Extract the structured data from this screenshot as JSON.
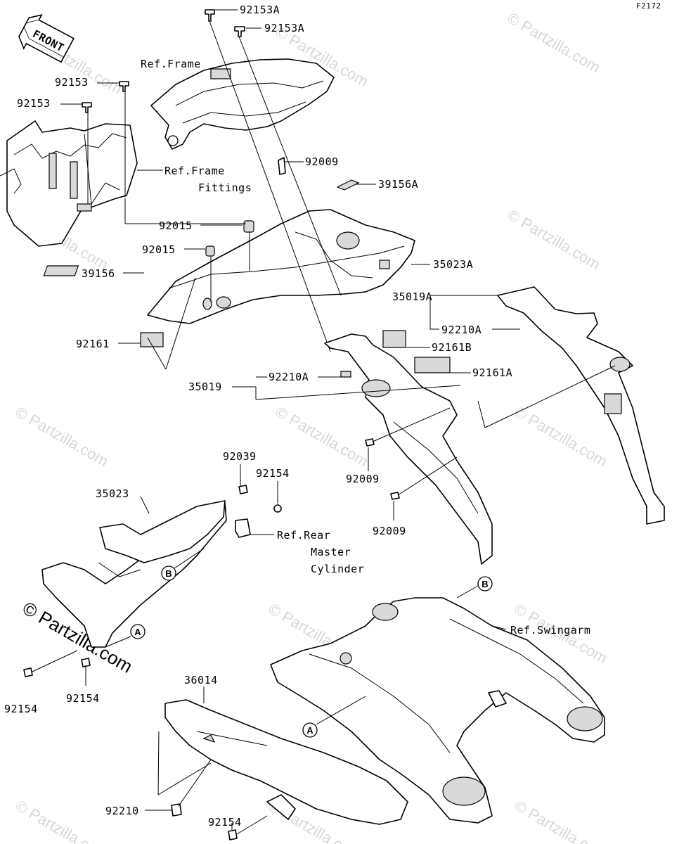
{
  "figure_code": "F2172",
  "front_arrow": "FRONT",
  "watermark": "© Partzilla.com",
  "labels": {
    "p92153A_1": "92153A",
    "p92153A_2": "92153A",
    "ref_frame": "Ref.Frame",
    "p92153_a": "92153",
    "p92153_b": "92153",
    "ref_frame_fittings_1": "Ref.Frame",
    "ref_frame_fittings_2": "Fittings",
    "p92009_top": "92009",
    "p39156A": "39156A",
    "p92015_a": "92015",
    "p92015_b": "92015",
    "p35023A": "35023A",
    "p39156": "39156",
    "p35019A": "35019A",
    "p92210A_top": "92210A",
    "p92161": "92161",
    "p92161B": "92161B",
    "p92161A": "92161A",
    "p35019": "35019",
    "p92210A_mid": "92210A",
    "p92009_mid": "92009",
    "p92009_low": "92009",
    "p92039": "92039",
    "p92154_top": "92154",
    "p35023": "35023",
    "ref_rear_1": "Ref.Rear",
    "ref_rear_2": "Master",
    "ref_rear_3": "Cylinder",
    "ref_swingarm": "Ref.Swingarm",
    "p36014": "36014",
    "p92154_l1": "92154",
    "p92154_l2": "92154",
    "p92210": "92210",
    "p92154_bot": "92154"
  },
  "callouts": {
    "a": "A",
    "b": "B"
  }
}
